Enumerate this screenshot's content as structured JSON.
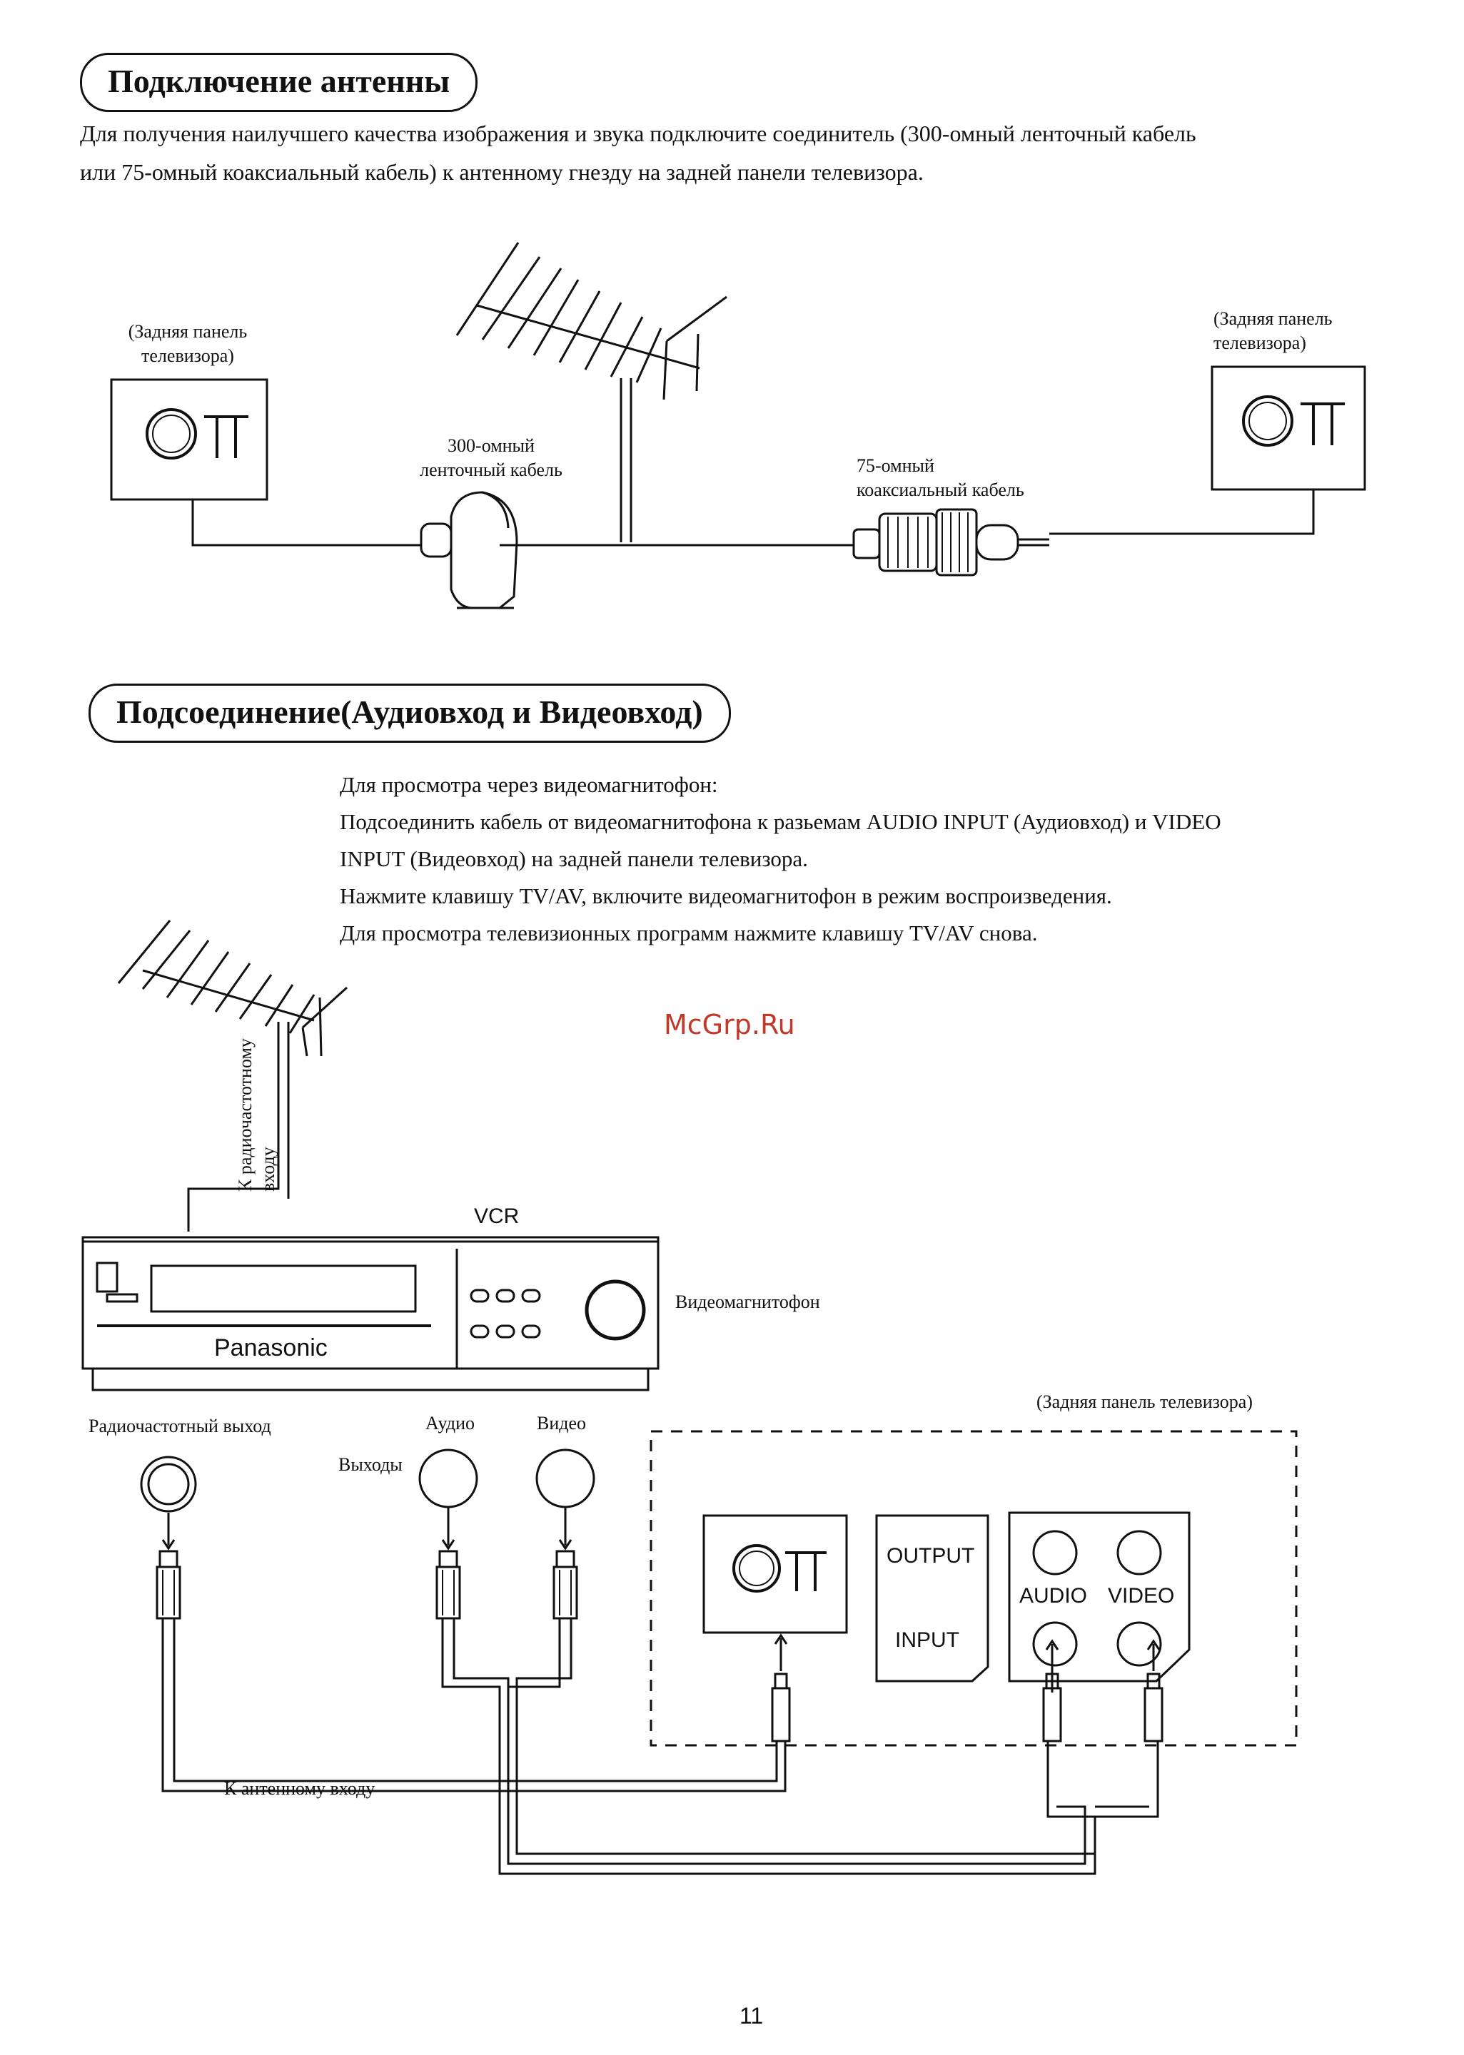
{
  "section1": {
    "title": "Подключение антенны",
    "text_line1": "Для получения наилучшего качества изображения и звука подключите соединитель (300-омный ленточный кабель",
    "text_line2": "или 75-омный коаксиальный кабель) к антенному гнезду на задней панели телевизора.",
    "tv_left_label": [
      "(Задняя панель",
      "телевизора)"
    ],
    "tv_right_label": [
      "(Задняя панель",
      "телевизора)"
    ],
    "ribbon_cable_label": [
      "300-омный",
      "ленточный кабель"
    ],
    "coax_cable_label": [
      "75-омный",
      "коаксиальный кабель"
    ]
  },
  "section2": {
    "title": "Подсоединение(Аудиовход и Видеовход)",
    "lines": [
      "Для просмотра через видеомагнитофон:",
      "Подсоединить кабель от видеомагнитофона к разьемам AUDIO INPUT (Аудиовход) и VIDEO",
      "INPUT (Видеовход) на задней панели телевизора.",
      "Нажмите клавишу TV/AV, включите видеомагнитофон в режим воспроизведения.",
      "Для просмотра телевизионных программ нажмите клавишу TV/AV снова."
    ],
    "rf_input_label": [
      "К радиочастотному",
      "входу"
    ],
    "vcr_label": "VCR",
    "vcr_brand": "Panasonic",
    "vcr_name": "Видеомагнитофон",
    "rf_output_label": "Радиочастотный выход",
    "audio_label": "Аудио",
    "video_label": "Видео",
    "outputs_label": "Выходы",
    "tv_rear_label": "(Задняя панель телевизора)",
    "output_label": "OUTPUT",
    "input_label": "INPUT",
    "audio_jack": "AUDIO",
    "video_jack": "VIDEO",
    "antenna_input_label": "К антенному входу"
  },
  "watermark": "McGrp.Ru",
  "page_number": "11"
}
